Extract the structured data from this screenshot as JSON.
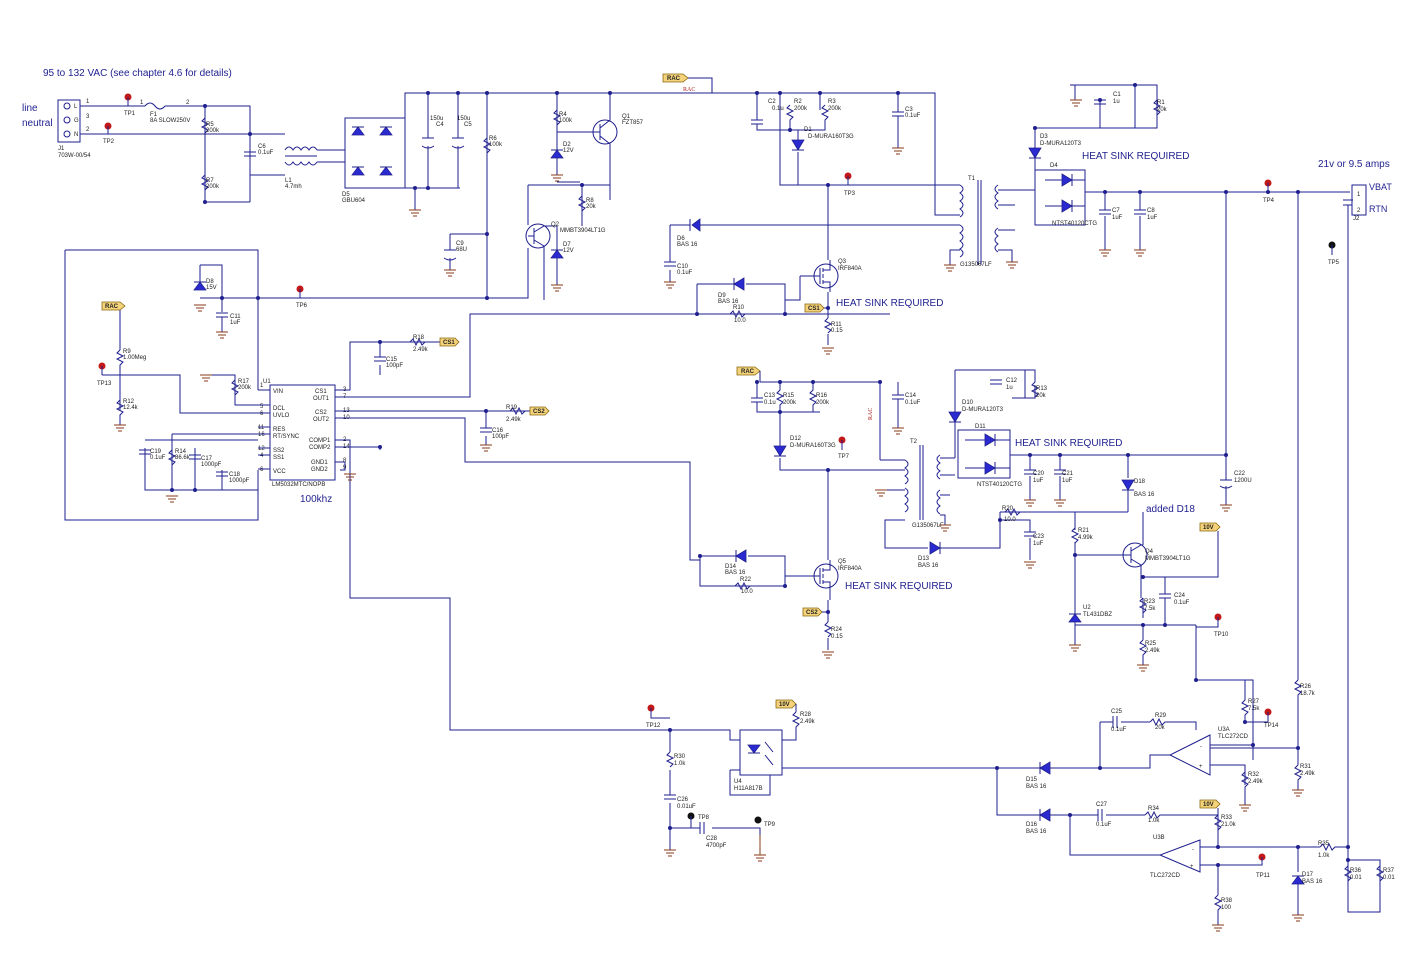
{
  "notes": {
    "input_range": "95 to 132 VAC (see chapter 4.6 for details)",
    "line": "line",
    "neutral": "neutral",
    "output_rating": "21v or 9.5 amps",
    "freq": "100khz",
    "added": "added D18",
    "heat_sink": "HEAT SINK REQUIRED"
  },
  "nets": {
    "rac": "RAC",
    "cs1": "CS1",
    "cs2": "CS2",
    "v10": "10V",
    "vbat": "VBAT",
    "rtn": "RTN"
  },
  "connectors": {
    "j1": "J1",
    "j1_part": "703W-00/54",
    "j2": "J2",
    "j1_pins": [
      "L",
      "G",
      "N"
    ]
  },
  "tps": [
    "TP1",
    "TP2",
    "TP3",
    "TP4",
    "TP5",
    "TP6",
    "TP7",
    "TP8",
    "TP9",
    "TP10",
    "TP11",
    "TP12",
    "TP13",
    "TP14"
  ],
  "parts": {
    "f1": "F1",
    "f1_v": "8A SLOW250V",
    "l1": "L1",
    "l1_v": "4.7mh",
    "d5": "D5",
    "d5_v": "GBU604",
    "c4": "C4",
    "c5": "C5",
    "c45_v": "150u",
    "c6": "C6",
    "c6_v": "0.1uF",
    "r5": "R5",
    "r5_v": "200k",
    "r7": "R7",
    "r7_v": "200k",
    "r6": "R6",
    "r6_v": "100k",
    "r4": "R4",
    "r4_v": "100k",
    "d2": "D2",
    "d2_v": "12V",
    "q1": "Q1",
    "q1_v": "FZT857",
    "r8": "R8",
    "r8_v": "20k",
    "q2": "Q2",
    "q2_v": "MMBT3904LT1G",
    "d7": "D7",
    "d7_v": "12V",
    "c9": "C9",
    "c9_v": "68U",
    "d6": "D6",
    "d6_v": "BAS 16",
    "c10": "C10",
    "c10_v": "0.1uF",
    "d8": "D8",
    "d8_v": "15V",
    "c11": "C11",
    "c11_v": "1uF",
    "c2": "C2",
    "c2_v": "0.1u",
    "r2": "R2",
    "r2_v": "200k",
    "r3": "R3",
    "r3_v": "200k",
    "c3": "C3",
    "c3_v": "0.1uF",
    "d1": "D1",
    "d1_v": "D-MURA160T3G",
    "t1": "T1",
    "t1_v": "G135067LF",
    "d3": "D3",
    "d3_v": "D-MURA120T3",
    "c1": "C1",
    "c1_v": "1u",
    "r1": "R1",
    "r1_v": "20k",
    "d4": "D4",
    "d4_v": "NTST40120CTG",
    "c7": "C7",
    "c7_v": "1uF",
    "c8": "C8",
    "c8_v": "1uF",
    "q3": "Q3",
    "q3_v": "IRF840A",
    "d9": "D9",
    "d9_v": "BAS 16",
    "r10": "R10",
    "r10_v": "10.0",
    "r11": "R11",
    "r11_v": "0.15",
    "r9": "R9",
    "r9_v": "1.00Meg",
    "r12": "R12",
    "r12_v": "12.4k",
    "r17": "R17",
    "r17_v": "200k",
    "r18": "R18",
    "r18_v": "2.49k",
    "c15": "C15",
    "c15_v": "100pF",
    "r19": "R19",
    "r19_v": "2.49k",
    "c16": "C16",
    "c16_v": "100pF",
    "c19": "C19",
    "c19_v": "0.1uF",
    "r14": "R14",
    "r14_v": "86.6k",
    "c17": "C17",
    "c17_v": "1000pF",
    "c18": "C18",
    "c18_v": "1000pF",
    "u1": "U1",
    "u1_v": "LM5032MTC/NOPB",
    "u1_pins_l": [
      "VIN",
      "DCL",
      "UVLO",
      "RES",
      "RT/SYNC",
      "SS2",
      "SS1",
      "VCC"
    ],
    "u1_pins_r": [
      "CS1",
      "OUT1",
      "CS2",
      "OUT2",
      "COMP1",
      "COMP2",
      "GND1",
      "GND2"
    ],
    "u1_nums_l": [
      "1",
      "5",
      "6",
      "11",
      "16",
      "12",
      "4",
      "6"
    ],
    "u1_nums_r": [
      "3",
      "7",
      "13",
      "10",
      "2",
      "14",
      "8",
      "9"
    ],
    "c13": "C13",
    "c13_v": "0.1u",
    "r15": "R15",
    "r15_v": "200k",
    "r16": "R16",
    "r16_v": "200k",
    "c14": "C14",
    "c14_v": "0.1uF",
    "d12": "D12",
    "d12_v": "D-MURA160T3G",
    "t2": "T2",
    "t2_v": "G135067LF",
    "d10": "D10",
    "d10_v": "D-MURA120T3",
    "c12": "C12",
    "c12_v": "1u",
    "r13": "R13",
    "r13_v": "20k",
    "d11": "D11",
    "d11_v": "NTST40120CTG",
    "c20": "C20",
    "c20_v": "1uF",
    "c21": "C21",
    "c21_v": "1uF",
    "c22": "C22",
    "c22_v": "1200U",
    "d18": "D18",
    "d18_v": "BAS 16",
    "r20": "R20",
    "r20_v": "10.0",
    "c23": "C23",
    "c23_v": "1uF",
    "d13": "D13",
    "d13_v": "BAS 16",
    "r21": "R21",
    "r21_v": "4.99k",
    "q4": "Q4",
    "q4_v": "MMBT3904LT1G",
    "r23": "R23",
    "r23_v": "7.5k",
    "c24": "C24",
    "c24_v": "0.1uF",
    "u2": "U2",
    "u2_v": "TL431DBZ",
    "r25": "R25",
    "r25_v": "2.49k",
    "q5": "Q5",
    "q5_v": "IRF840A",
    "d14": "D14",
    "d14_v": "BAS 16",
    "r22": "R22",
    "r22_v": "10.0",
    "r24": "R24",
    "r24_v": "0.15",
    "r26": "R26",
    "r26_v": "18.7k",
    "r27": "R27",
    "r27_v": "7.5k",
    "c25": "C25",
    "c25_v": "0.1uF",
    "r29": "R29",
    "r29_v": "20k",
    "u3a": "U3A",
    "u3a_v": "TLC272CD",
    "r31": "R31",
    "r31_v": "2.49k",
    "r32": "R32",
    "r32_v": "2.49k",
    "r28": "R28",
    "r28_v": "2.49k",
    "u4": "U4",
    "u4_v": "H11A817B",
    "r30": "R30",
    "r30_v": "1.0k",
    "c26": "C26",
    "c26_v": "0.01uF",
    "c28": "C28",
    "c28_v": "4700pF",
    "d15": "D15",
    "d15_v": "BAS 16",
    "d16": "D16",
    "d16_v": "BAS 16",
    "c27": "C27",
    "c27_v": "0.1uF",
    "r34": "R34",
    "r34_v": "1.0k",
    "r33": "R33",
    "r33_v": "21.0k",
    "u3b": "U3B",
    "u3b_v": "TLC272CD",
    "r35": "R35",
    "r35_v": "1.0k",
    "d17": "D17",
    "d17_v": "BAS 16",
    "r36": "R36",
    "r36_v": "0.01",
    "r37": "R37",
    "r37_v": "0.01",
    "r38": "R38",
    "r38_v": "100"
  },
  "colors": {
    "wire": "#1f1f8f",
    "ground": "#8a3a1a",
    "testpoint": "#c21818",
    "tag": "#f3d27a"
  }
}
